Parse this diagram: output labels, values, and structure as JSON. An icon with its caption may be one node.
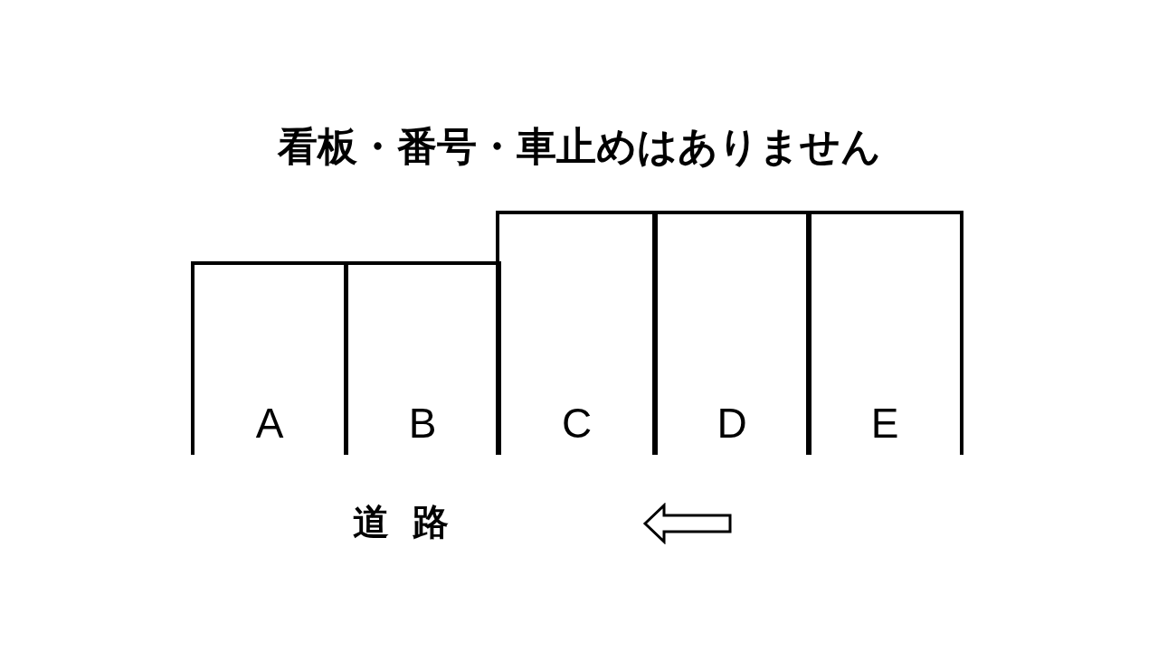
{
  "diagram": {
    "title": "看板・番号・車止めはありません",
    "nodes": [
      {
        "text": [
          "A"
        ]
      },
      {
        "text": [
          "B"
        ]
      },
      {
        "text": [
          "C"
        ]
      },
      {
        "text": [
          "D"
        ]
      },
      {
        "text": [
          "E"
        ]
      }
    ],
    "labels": [
      "道路"
    ]
  }
}
